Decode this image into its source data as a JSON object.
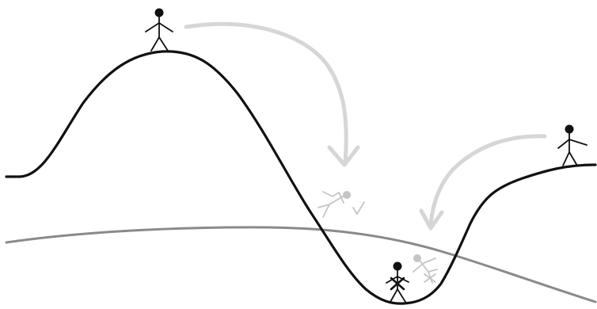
{
  "diagram": {
    "title": "",
    "colors": {
      "background": "#ffffff",
      "landscape_curve": "#111111",
      "reference_curve": "#8a8a8a",
      "arrow": "#d6d6d6",
      "figure_solid": "#111111",
      "figure_faded": "#c4c4c4"
    },
    "elements": {
      "landscape": "landscape-curve",
      "reference": "reference-curve",
      "figures": [
        {
          "name": "stick-figure-peak",
          "state": "standing",
          "opacity": "solid"
        },
        {
          "name": "stick-figure-ridge",
          "state": "standing",
          "opacity": "solid"
        },
        {
          "name": "stick-figure-faded-slope",
          "state": "tumbling-check",
          "opacity": "faded"
        },
        {
          "name": "stick-figure-faded-valley",
          "state": "tumbling-cross",
          "opacity": "faded"
        },
        {
          "name": "stick-figure-valley",
          "state": "standing-cross",
          "opacity": "solid"
        }
      ],
      "arrows": [
        {
          "name": "arrow-peak-to-slope",
          "from": "peak",
          "to": "slope"
        },
        {
          "name": "arrow-ridge-to-valley",
          "from": "ridge",
          "to": "valley"
        }
      ]
    }
  }
}
